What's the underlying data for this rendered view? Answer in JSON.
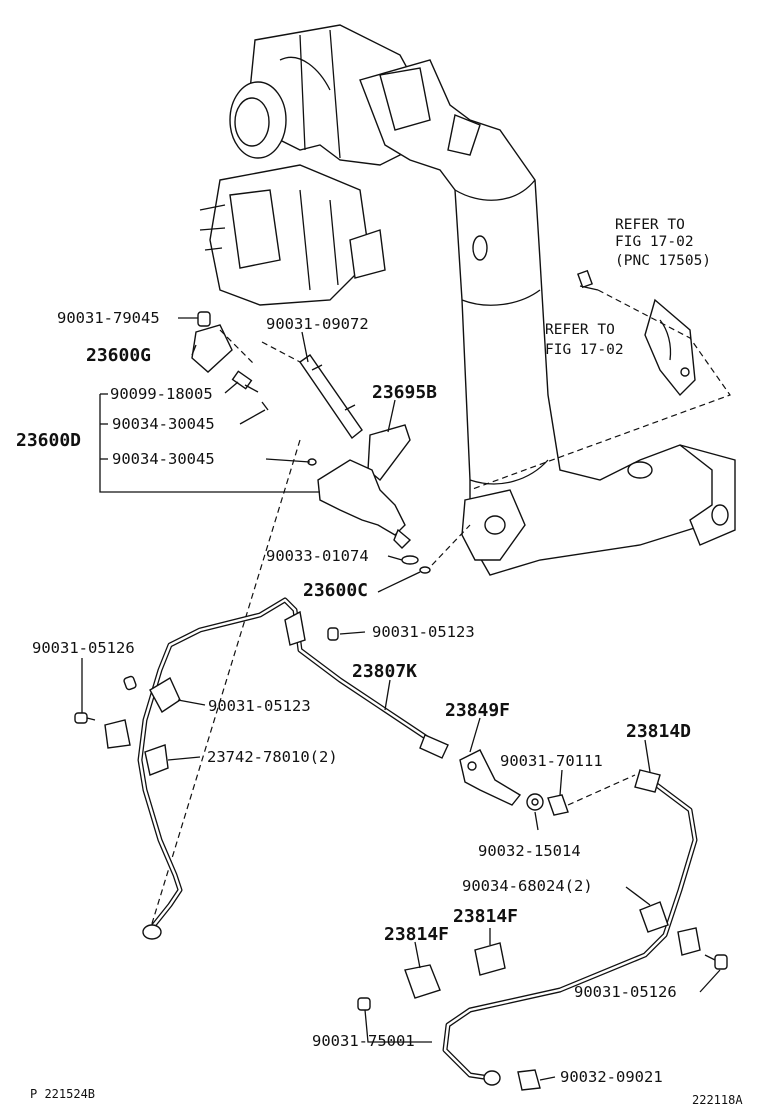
{
  "notes": {
    "refer1_line1": "REFER TO",
    "refer1_line2": "FIG 17-02",
    "refer1_line3": "(PNC 17505)",
    "refer2_line1": "REFER TO",
    "refer2_line2": "FIG 17-02"
  },
  "labels": {
    "p90031_79045": "90031-79045",
    "p23600G": "23600G",
    "p90031_09072": "90031-09072",
    "p90099_18005": "90099-18005",
    "p23695B": "23695B",
    "p90034_30045_a": "90034-30045",
    "p23600D": "23600D",
    "p90034_30045_b": "90034-30045",
    "p90033_01074": "90033-01074",
    "p23600C": "23600C",
    "p90031_05126_a": "90031-05126",
    "p90031_05123_a": "90031-05123",
    "p23807K": "23807K",
    "p90031_05123_b": "90031-05123",
    "p23849F": "23849F",
    "p23814D": "23814D",
    "p23742_78010": "23742-78010(2)",
    "p90031_70111": "90031-70111",
    "p90032_15014": "90032-15014",
    "p90034_68024": "90034-68024(2)",
    "p23814F_a": "23814F",
    "p23814F_b": "23814F",
    "p90031_05126_b": "90031-05126",
    "p90031_75001": "90031-75001",
    "p90032_09021": "90032-09021"
  },
  "footer": {
    "left_code": "P 221524B",
    "right_code": "222118A"
  }
}
